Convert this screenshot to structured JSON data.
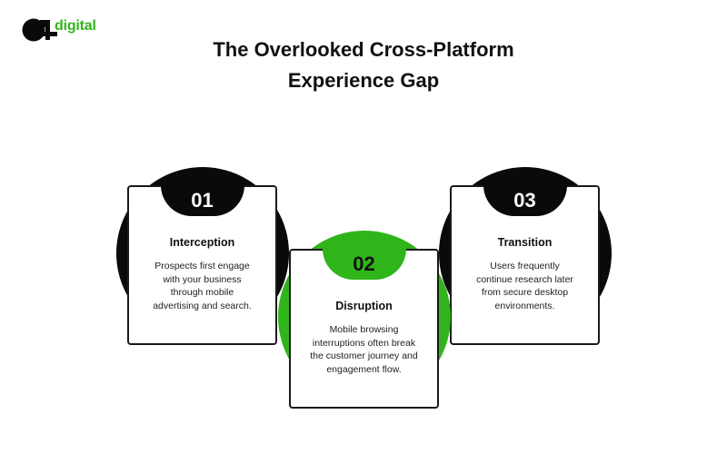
{
  "logo": {
    "mark": "a",
    "text": "digital",
    "brand_color": "#32b518"
  },
  "title": {
    "line1": "The Overlooked Cross-Platform",
    "line2": "Experience Gap"
  },
  "steps": [
    {
      "number": "01",
      "heading": "Interception",
      "description": "Prospects first engage with your business through mobile advertising and search.",
      "color": "#0a0a0a",
      "number_color": "#ffffff"
    },
    {
      "number": "02",
      "heading": "Disruption",
      "description": "Mobile browsing interruptions often break the customer journey and engagement flow.",
      "color": "#2fb51a",
      "number_color": "#111111"
    },
    {
      "number": "03",
      "heading": "Transition",
      "description": "Users frequently continue research later from secure desktop environments.",
      "color": "#0a0a0a",
      "number_color": "#ffffff"
    }
  ]
}
